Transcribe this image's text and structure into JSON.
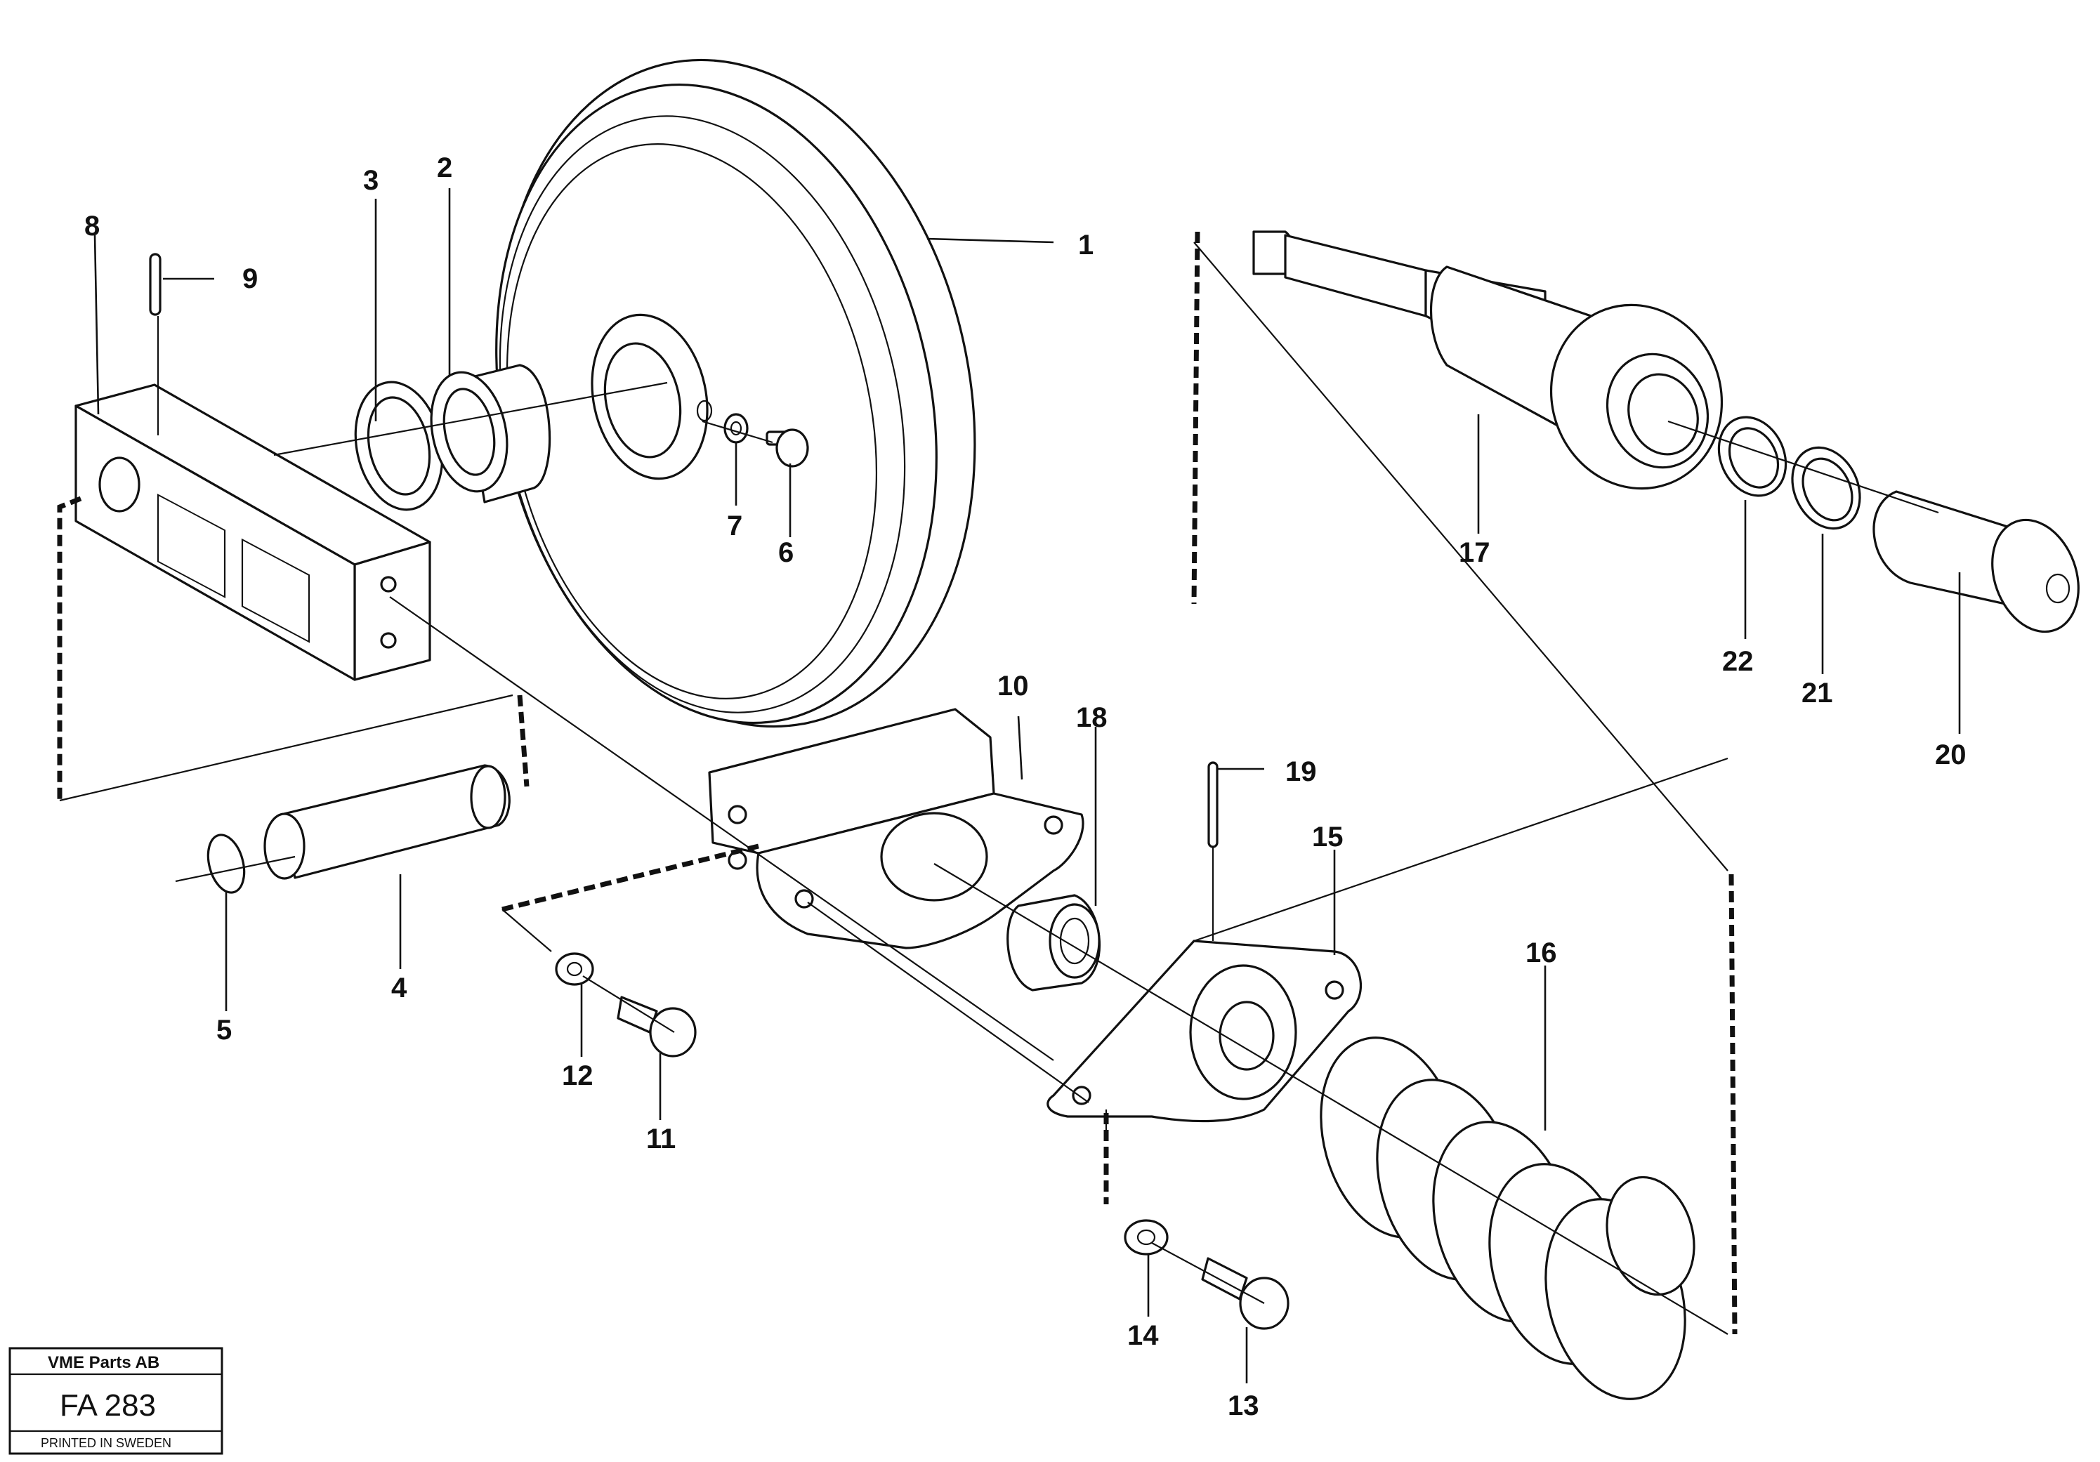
{
  "callouts": {
    "c1": "1",
    "c2": "2",
    "c3": "3",
    "c4": "4",
    "c5": "5",
    "c6": "6",
    "c7": "7",
    "c8": "8",
    "c9": "9",
    "c10": "10",
    "c11": "11",
    "c12": "12",
    "c13": "13",
    "c14": "14",
    "c15": "15",
    "c16": "16",
    "c17": "17",
    "c18": "18",
    "c19": "19",
    "c20": "20",
    "c21": "21",
    "c22": "22"
  },
  "title_block": {
    "company": "VME Parts AB",
    "code": "FA 283",
    "printed": "PRINTED IN SWEDEN"
  }
}
